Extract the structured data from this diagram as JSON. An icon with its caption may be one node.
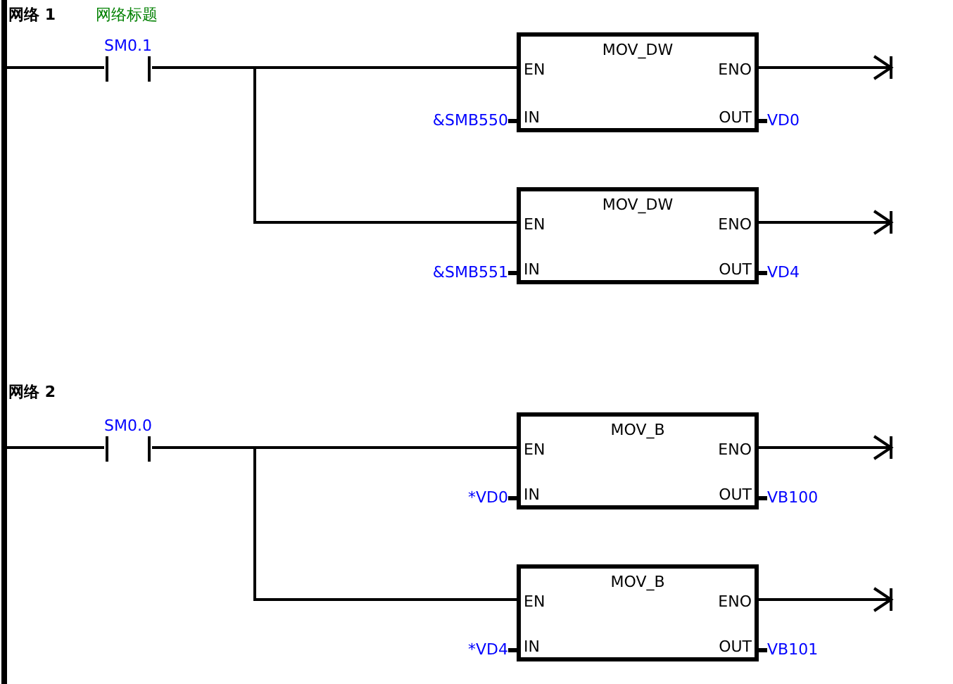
{
  "diagram": {
    "nodes": [
      {
        "text": [],
        "shape": "bar"
      },
      {
        "text": [
          "SM0.1"
        ]
      },
      {
        "text": [
          "MOV_DW",
          "EN",
          "ENO",
          "IN",
          "OUT"
        ],
        "beside": [
          "&SMB550",
          "VD0"
        ]
      },
      {
        "text": [
          "MOV_DW",
          "EN",
          "ENO",
          "IN",
          "OUT"
        ],
        "beside": [
          "&SMB551",
          "VD4"
        ]
      },
      {
        "text": [
          "SM0.0"
        ]
      },
      {
        "text": [
          "MOV_B",
          "EN",
          "ENO",
          "IN",
          "OUT"
        ],
        "beside": [
          "*VD0",
          "VB100"
        ]
      },
      {
        "text": [
          "MOV_B",
          "EN",
          "ENO",
          "IN",
          "OUT"
        ],
        "beside": [
          "*VD4",
          "VB101"
        ]
      }
    ],
    "edges": [
      {
        "from": 0,
        "to": 1,
        "arrow": "none"
      },
      {
        "from": 1,
        "to": 2,
        "arrow": "none"
      },
      {
        "from": 1,
        "to": 3,
        "arrow": "none"
      },
      {
        "from": 2,
        "to": null,
        "arrow": "to"
      },
      {
        "from": 3,
        "to": null,
        "arrow": "to"
      },
      {
        "from": 0,
        "to": 4,
        "arrow": "none"
      },
      {
        "from": 4,
        "to": 5,
        "arrow": "none"
      },
      {
        "from": 4,
        "to": 6,
        "arrow": "none"
      },
      {
        "from": 5,
        "to": null,
        "arrow": "to"
      },
      {
        "from": 6,
        "to": null,
        "arrow": "to"
      }
    ],
    "labels": [
      "网络 1",
      "网络标题",
      "网络 2"
    ]
  }
}
